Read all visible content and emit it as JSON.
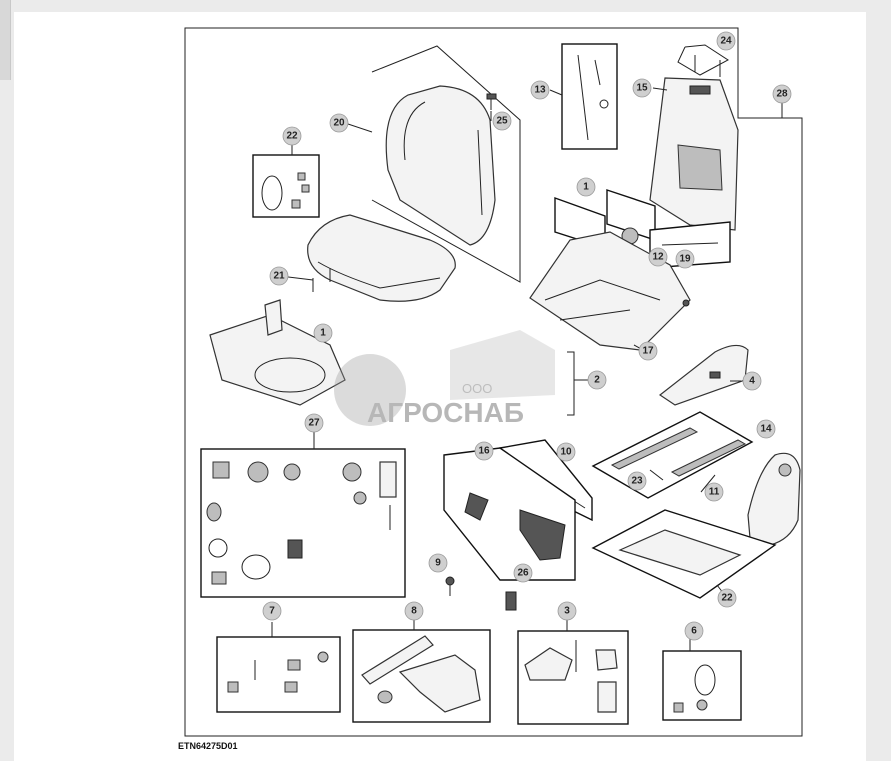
{
  "figure_id": "ETN64275D01",
  "watermark": {
    "small": "ООО",
    "large": "АГРОСНАБ"
  },
  "callouts": [
    "1",
    "1",
    "2",
    "3",
    "4",
    "6",
    "7",
    "8",
    "9",
    "10",
    "11",
    "12",
    "13",
    "14",
    "15",
    "16",
    "17",
    "19",
    "20",
    "21",
    "22",
    "22",
    "23",
    "24",
    "25",
    "26",
    "27",
    "28"
  ]
}
